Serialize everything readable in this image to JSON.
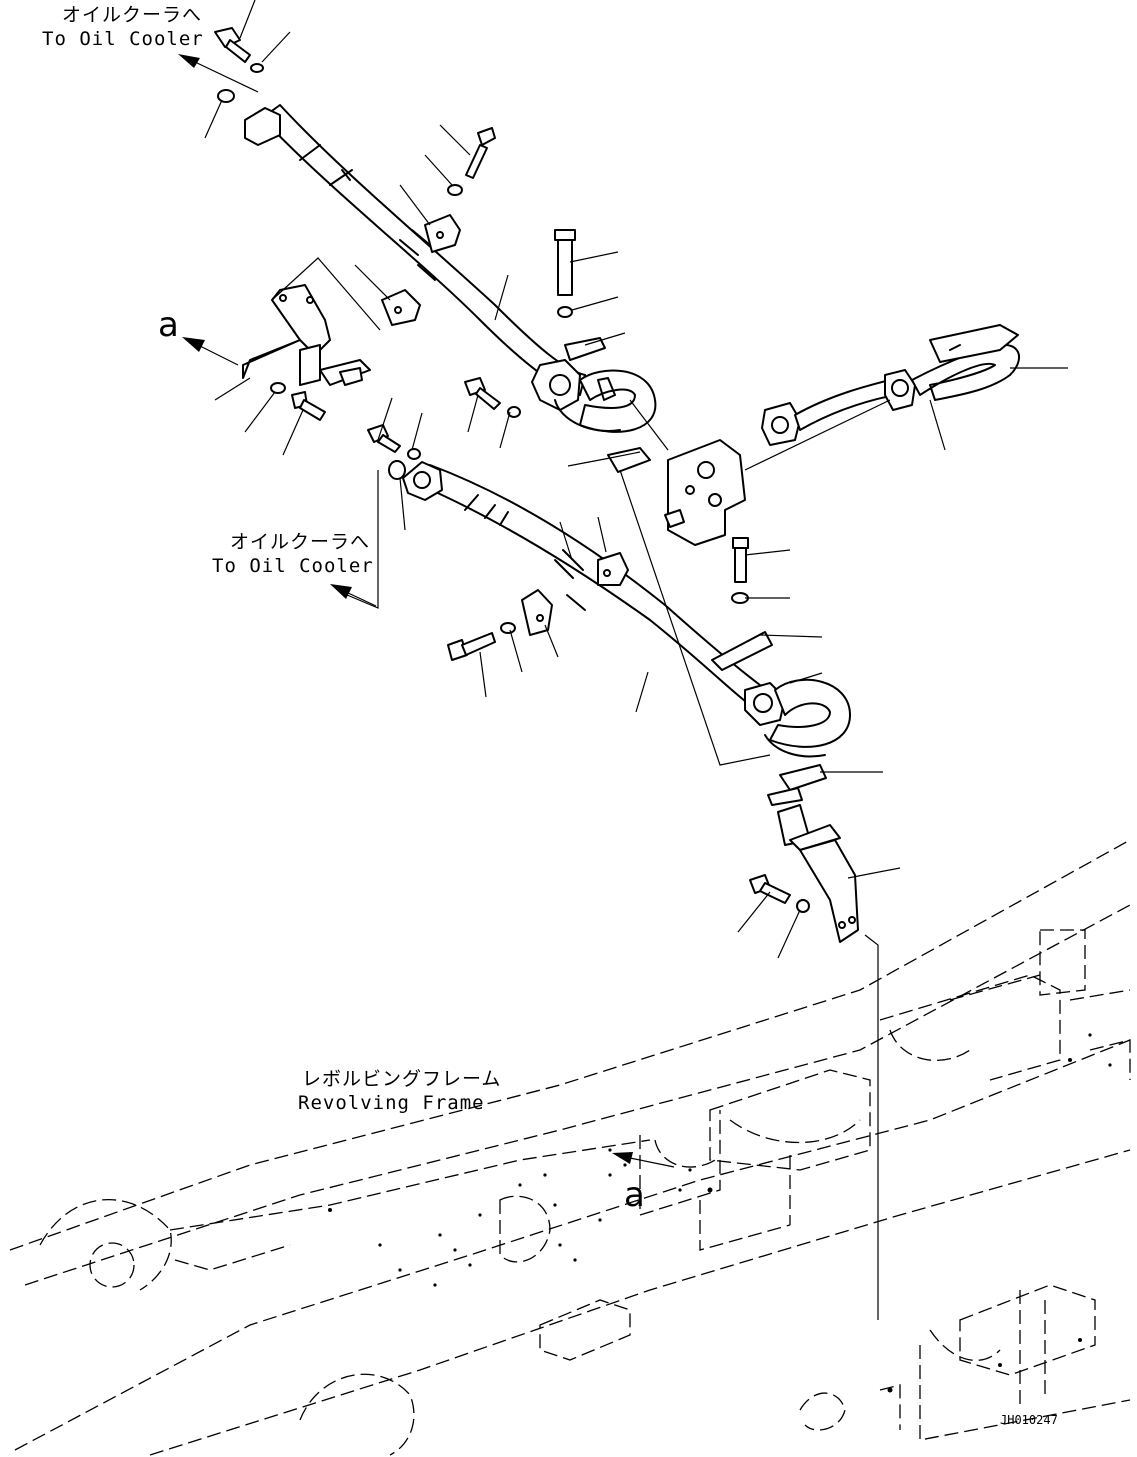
{
  "labels": {
    "oil_cooler_top_jp": "オイルクーラへ",
    "oil_cooler_top_en": "To Oil Cooler",
    "oil_cooler_mid_jp": "オイルクーラへ",
    "oil_cooler_mid_en": "To Oil Cooler",
    "frame_jp": "レボルビングフレーム",
    "frame_en": "Revolving Frame",
    "view_a_top": "a",
    "view_a_bottom": "a",
    "drawing_code": "JH010247"
  }
}
